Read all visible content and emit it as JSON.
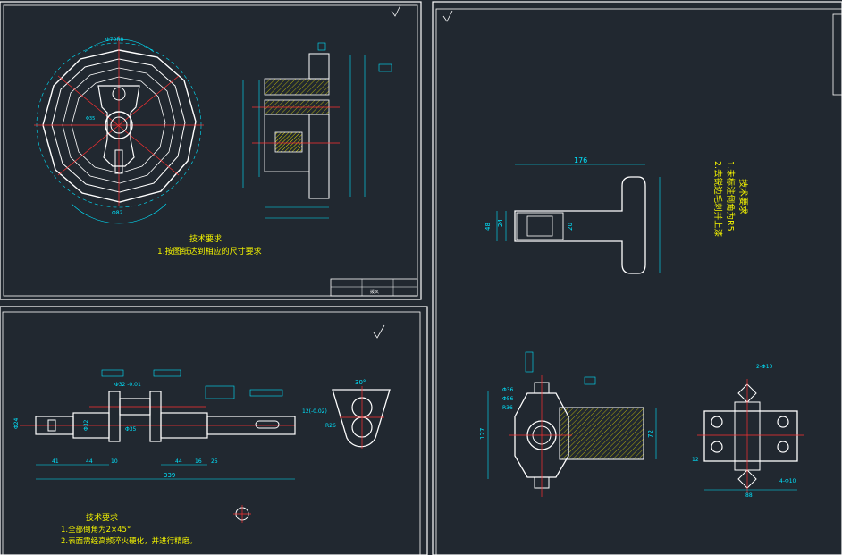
{
  "sheet_top_left": {
    "tech_title": "技术要求",
    "tech_item1": "1.按图纸达到相应的尺寸要求",
    "dim_top": "Φ70R8",
    "dim_bottom": "Φ82",
    "dim_left": "Φ35",
    "title_block": "拨叉"
  },
  "sheet_bottom_left": {
    "tech_title": "技术要求",
    "tech_item1": "1.全部倒角为2×45°",
    "tech_item2": "2.表面需经高频淬火硬化，并进行精磨。",
    "dim_total": "339",
    "dim_44a": "44",
    "dim_44b": "44",
    "dim_41": "41",
    "dim_10": "10",
    "dim_16": "16",
    "dim_25": "25",
    "dim_d24": "Φ24",
    "dim_d32": "Φ32",
    "dim_d35": "Φ35",
    "dim_key": "Φ32 -0.01",
    "dim_30deg": "30°",
    "dim_r26": "R26",
    "dim_slot": "12(-0.02)"
  },
  "sheet_right": {
    "tech_title": "技术要求",
    "tech_item1": "1.未标注倒角为R5",
    "tech_item2": "2.去锐边毛刺并上漆",
    "dim_176": "176",
    "dim_48": "48",
    "dim_24": "24",
    "dim_20": "20",
    "dim_127": "127",
    "dim_72": "72",
    "dim_d36": "Φ36",
    "dim_d56": "Φ56",
    "dim_r36": "R36",
    "dim_2d10": "2-Φ10",
    "dim_4d10": "4-Φ10",
    "dim_12": "12",
    "dim_88": "88"
  }
}
